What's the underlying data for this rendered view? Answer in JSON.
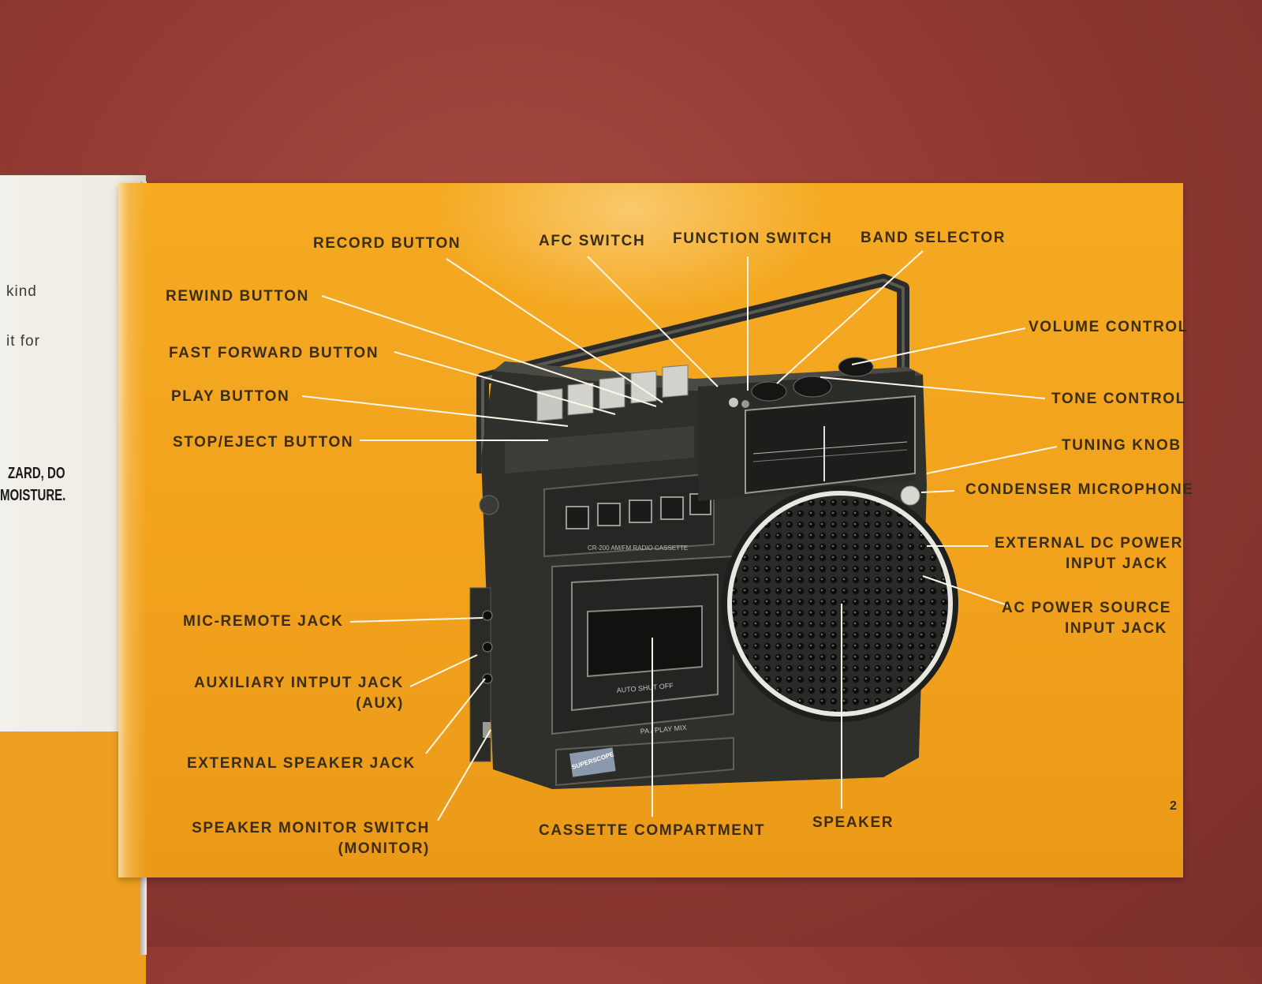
{
  "left_page": {
    "fragments": [
      "kind",
      "it for"
    ],
    "warning_lines": [
      "ZARD, DO",
      "MOISTURE."
    ]
  },
  "device": {
    "brand": "SUPERSCOPE",
    "model": "CR-200 AM/FM RADIO CASSETTE",
    "cassette_text": "AUTO SHUT OFF",
    "button_panel": "PA / PLAY MIX"
  },
  "labels": {
    "record_button": "RECORD BUTTON",
    "afc_switch": "AFC SWITCH",
    "function_switch": "FUNCTION SWITCH",
    "band_selector": "BAND SELECTOR",
    "rewind_button": "REWIND BUTTON",
    "fast_forward_button": "FAST FORWARD BUTTON",
    "play_button": "PLAY BUTTON",
    "stop_eject_button": "STOP/EJECT BUTTON",
    "volume_control": "VOLUME CONTROL",
    "tone_control": "TONE CONTROL",
    "tuning_knob": "TUNING KNOB",
    "condenser_microphone": "CONDENSER MICROPHONE",
    "external_dc_power": [
      "EXTERNAL DC POWER",
      "INPUT JACK"
    ],
    "ac_power_source": [
      "AC POWER SOURCE",
      "INPUT JACK"
    ],
    "mic_remote_jack": "MIC-REMOTE JACK",
    "auxiliary_input_jack": [
      "AUXILIARY INTPUT JACK",
      "(AUX)"
    ],
    "external_speaker_jack": "EXTERNAL SPEAKER JACK",
    "speaker_monitor_switch": [
      "SPEAKER MONITOR SWITCH",
      "(MONITOR)"
    ],
    "cassette_compartment": "CASSETTE COMPARTMENT",
    "speaker": "SPEAKER"
  },
  "page_number": "2",
  "colors": {
    "page_orange": "#f2a21d",
    "background_red": "#913a33",
    "label_text": "#3b2d14",
    "device_body": "#2e2e2c"
  }
}
